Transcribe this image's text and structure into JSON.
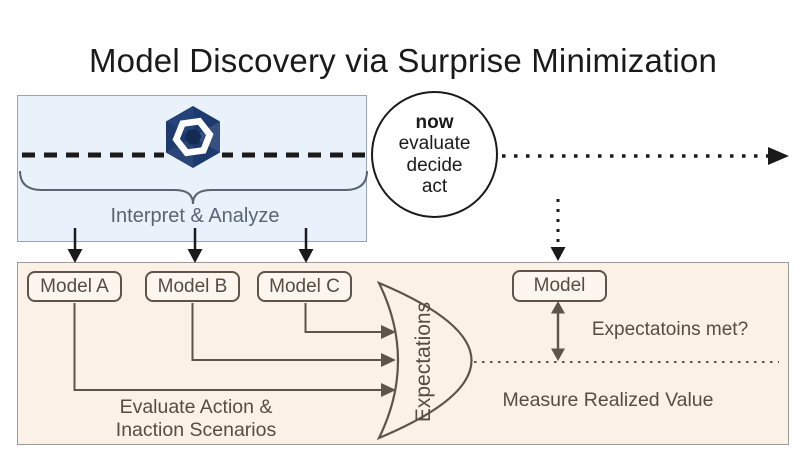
{
  "title": "Model Discovery via Surprise Minimization",
  "now_circle": {
    "line1": "now",
    "line2": "evaluate",
    "line3": "decide",
    "line4": "act"
  },
  "interpret_section": {
    "label": "Interpret & Analyze"
  },
  "model_boxes": [
    {
      "label": "Model A"
    },
    {
      "label": "Model B"
    },
    {
      "label": "Model C"
    }
  ],
  "current_model_box": {
    "label": "Model"
  },
  "expectations": {
    "label": "Expectations"
  },
  "scenario_caption": {
    "line1": "Evaluate Action &",
    "line2": "Inaction Scenarios"
  },
  "right_section": {
    "expectations_met": "Expectatoins met?",
    "measure": "Measure Realized Value"
  },
  "colors": {
    "ink": "#1a1a1a",
    "slate": "#5a6472",
    "brown": "#5d544a",
    "text-brown": "#554c44",
    "lightblue": "#e9f1fb",
    "blue-border": "#9aa5b1",
    "peach": "#fcf1e7",
    "peach-border": "#9b9b9b",
    "box-fill": "#fdf6ee",
    "navy": "#1d3a6e"
  }
}
